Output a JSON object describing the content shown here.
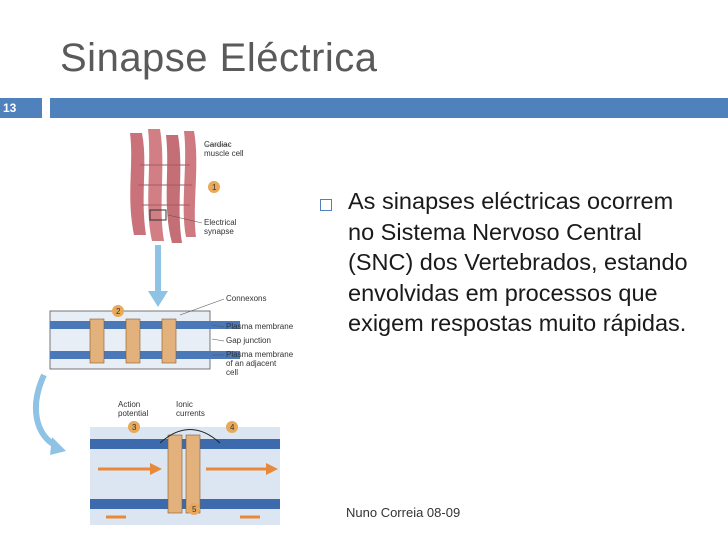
{
  "slide": {
    "title": "Sinapse Eléctrica",
    "number": "13",
    "accent_color": "#4f81bd",
    "bullets": [
      "As sinapses eléctricas ocorrem no Sistema Nervoso Central (SNC) dos Vertebrados, estando envolvidas em processos que exigem respostas muito rápidas."
    ],
    "footer": "Nuno Correia 08-09"
  },
  "figure": {
    "labels": {
      "cardiac": "Cardiac",
      "muscle_cell": "muscle cell",
      "electrical": "Electrical",
      "synapse": "synapse",
      "connexons": "Connexons",
      "plasma_membrane": "Plasma membrane",
      "gap_junction": "Gap junction",
      "plasma_membrane2": "Plasma membrane",
      "of_adjacent": "of an adjacent",
      "cell": "cell",
      "action": "Action",
      "potential": "potential",
      "ionic": "Ionic",
      "currents": "currents"
    },
    "steps": [
      "1",
      "2",
      "3",
      "4",
      "5"
    ]
  }
}
